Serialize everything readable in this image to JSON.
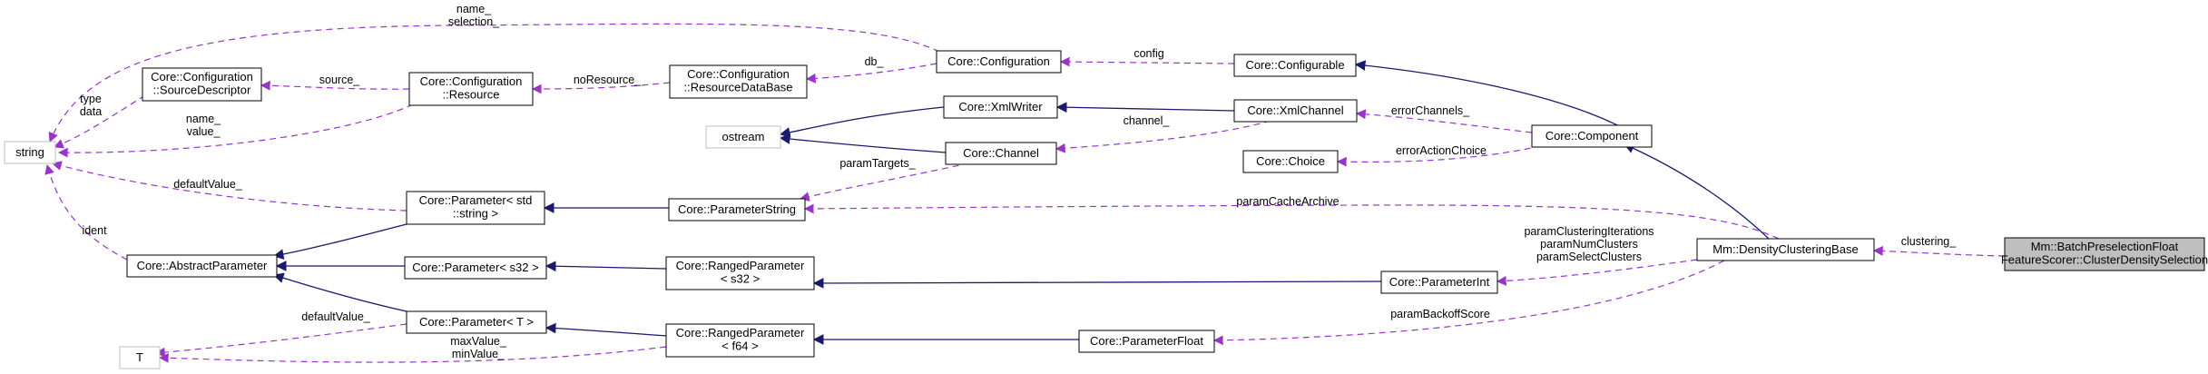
{
  "nodes": {
    "string": [
      "string"
    ],
    "t": [
      "T"
    ],
    "ostream": [
      "ostream"
    ],
    "source_descriptor": [
      "Core::Configuration",
      "::SourceDescriptor"
    ],
    "config_resource": [
      "Core::Configuration",
      "::Resource"
    ],
    "resource_database": [
      "Core::Configuration",
      "::ResourceDataBase"
    ],
    "configuration": [
      "Core::Configuration"
    ],
    "configurable": [
      "Core::Configurable"
    ],
    "xml_writer": [
      "Core::XmlWriter"
    ],
    "xml_channel": [
      "Core::XmlChannel"
    ],
    "channel": [
      "Core::Channel"
    ],
    "choice": [
      "Core::Choice"
    ],
    "component": [
      "Core::Component"
    ],
    "param_std_string": [
      "Core::Parameter< std",
      "::string >"
    ],
    "parameter_string": [
      "Core::ParameterString"
    ],
    "abstract_parameter": [
      "Core::AbstractParameter"
    ],
    "param_s32": [
      "Core::Parameter< s32 >"
    ],
    "ranged_s32": [
      "Core::RangedParameter",
      "< s32 >"
    ],
    "parameter_int": [
      "Core::ParameterInt"
    ],
    "density_base": [
      "Mm::DensityClusteringBase"
    ],
    "batch_selection": [
      "Mm::BatchPreselectionFloat",
      "FeatureScorer::ClusterDensitySelection"
    ],
    "param_t": [
      "Core::Parameter< T >"
    ],
    "ranged_f64": [
      "Core::RangedParameter",
      "< f64 >"
    ],
    "parameter_float": [
      "Core::ParameterFloat"
    ]
  },
  "edge_labels": {
    "name_selection": [
      "name_",
      "selection_"
    ],
    "type_data": [
      "type",
      "data"
    ],
    "name_value": [
      "name_",
      "value_"
    ],
    "default_value": [
      "defaultValue_"
    ],
    "ident": [
      "ident"
    ],
    "source": [
      "source_"
    ],
    "no_resource": [
      "noResource_"
    ],
    "db": [
      "db_"
    ],
    "config": [
      "config"
    ],
    "channel": [
      "channel_"
    ],
    "error_channels": [
      "errorChannels_"
    ],
    "error_action_choice": [
      "errorActionChoice"
    ],
    "param_targets": [
      "paramTargets_"
    ],
    "param_cache_archive": [
      "paramCacheArchive"
    ],
    "clustering": [
      "clustering_"
    ],
    "cluster_params": [
      "paramClusteringIterations",
      "paramNumClusters",
      "paramSelectClusters"
    ],
    "backoff_score": [
      "paramBackoffScore"
    ],
    "t_default_value": [
      "defaultValue_"
    ],
    "max_min_value": [
      "maxValue_",
      "minValue_"
    ]
  },
  "colors": {
    "inheritance_edge": "#191970",
    "usage_edge": "#9a32cd",
    "focus_node_fill": "#bfbfbf",
    "external_node_border": "#bfbfbf"
  }
}
